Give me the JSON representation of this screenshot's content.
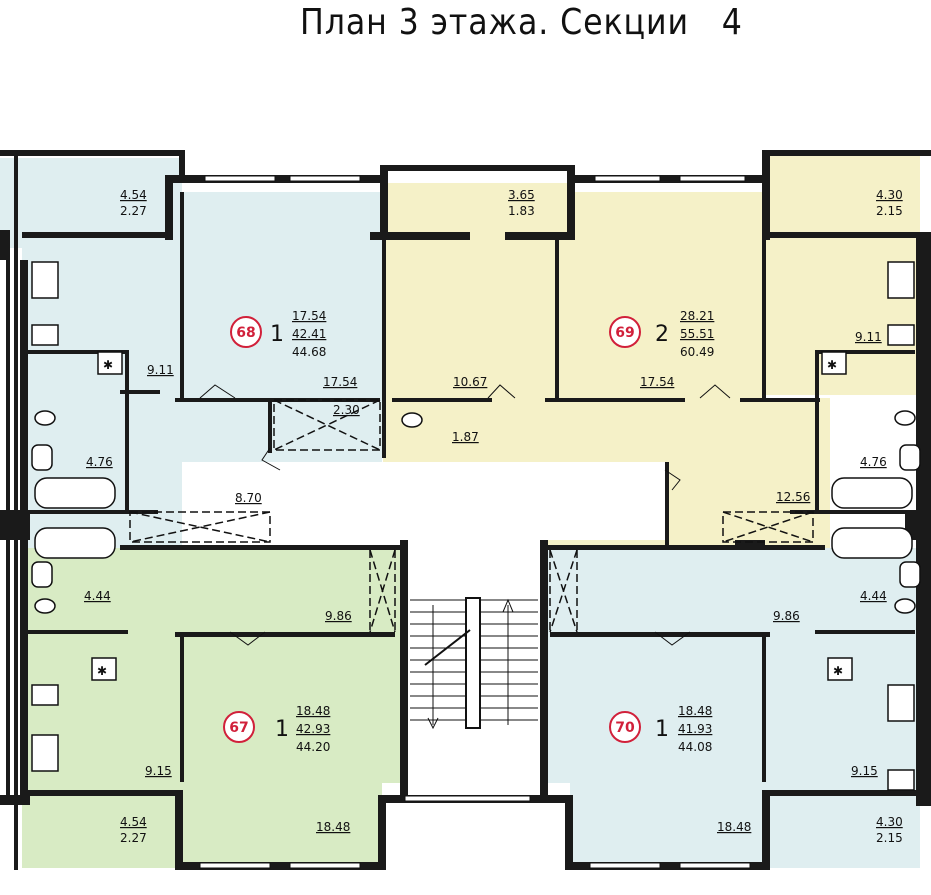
{
  "title": "План 3 этажа. Секции   4",
  "colors": {
    "blue_apartment": "#dfeef0",
    "yellow_apartment": "#f5f1c8",
    "green_apartment": "#d8ebc4",
    "common_area": "#ffffff",
    "apartment_number_circle": "#d1203a",
    "walls": "#1a1a1a"
  },
  "apartments": [
    {
      "number": "68",
      "rooms": "1",
      "living": "17.54",
      "total": "42.41",
      "total_with_balcony": "44.68"
    },
    {
      "number": "69",
      "rooms": "2",
      "living": "28.21",
      "total": "55.51",
      "total_with_balcony": "60.49"
    },
    {
      "number": "67",
      "rooms": "1",
      "living": "18.48",
      "total": "42.93",
      "total_with_balcony": "44.20"
    },
    {
      "number": "70",
      "rooms": "1",
      "living": "18.48",
      "total": "41.93",
      "total_with_balcony": "44.08"
    }
  ],
  "room_areas": {
    "balcony_tl_a": "4.54",
    "balcony_tl_b": "2.27",
    "balcony_tc_a": "3.65",
    "balcony_tc_b": "1.83",
    "balcony_tr_a": "4.30",
    "balcony_tr_b": "2.15",
    "kitchen_tl": "9.11",
    "kitchen_tr": "9.11",
    "room_68": "17.54",
    "room_69a": "10.67",
    "room_69b": "17.54",
    "storage_68": "2.30",
    "wc_69": "1.87",
    "bath_tl": "4.76",
    "bath_tr": "4.76",
    "hall_68": "8.70",
    "hall_69": "12.56",
    "bath_bl": "4.44",
    "bath_br": "4.44",
    "hall_67": "9.86",
    "hall_70": "9.86",
    "kitchen_bl": "9.15",
    "kitchen_br": "9.15",
    "room_67": "18.48",
    "room_70": "18.48",
    "balcony_bl_a": "4.54",
    "balcony_bl_b": "2.27",
    "balcony_br_a": "4.30",
    "balcony_br_b": "2.15"
  }
}
